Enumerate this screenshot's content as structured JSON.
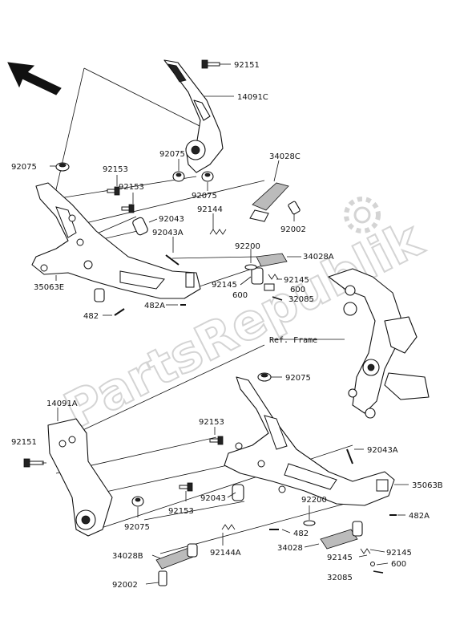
{
  "watermark": "PartsRepublik",
  "frame_label": "Ref. Frame",
  "labels": {
    "l92151_top": "92151",
    "l14091C": "14091C",
    "l92075_a": "92075",
    "l92075_b": "92075",
    "l92075_c": "92075",
    "l92153_a": "92153",
    "l92153_b": "92153",
    "l34028C": "34028C",
    "l92043_a": "92043",
    "l92144_a": "92144",
    "l92043A_a": "92043A",
    "l92002_a": "92002",
    "l92200_a": "92200",
    "l34028A": "34028A",
    "l92145_a": "92145",
    "l92145_b": "92145",
    "l600_a": "600",
    "l600_b": "600",
    "l32085_a": "32085",
    "l35063E": "35063E",
    "l482A_a": "482A",
    "l482_a": "482",
    "l92075_d": "92075",
    "l14091A": "14091A",
    "l92151_b": "92151",
    "l92153_c": "92153",
    "l92043A_b": "92043A",
    "l35063B": "35063B",
    "l92043_b": "92043",
    "l92153_d": "92153",
    "l92075_e": "92075",
    "l92200_b": "92200",
    "l482A_b": "482A",
    "l482_b": "482",
    "l34028": "34028",
    "l92145_c": "92145",
    "l92145_d": "92145",
    "l600_c": "600",
    "l32085_b": "32085",
    "l34028B": "34028B",
    "l92144A": "92144A",
    "l92002_b": "92002"
  }
}
